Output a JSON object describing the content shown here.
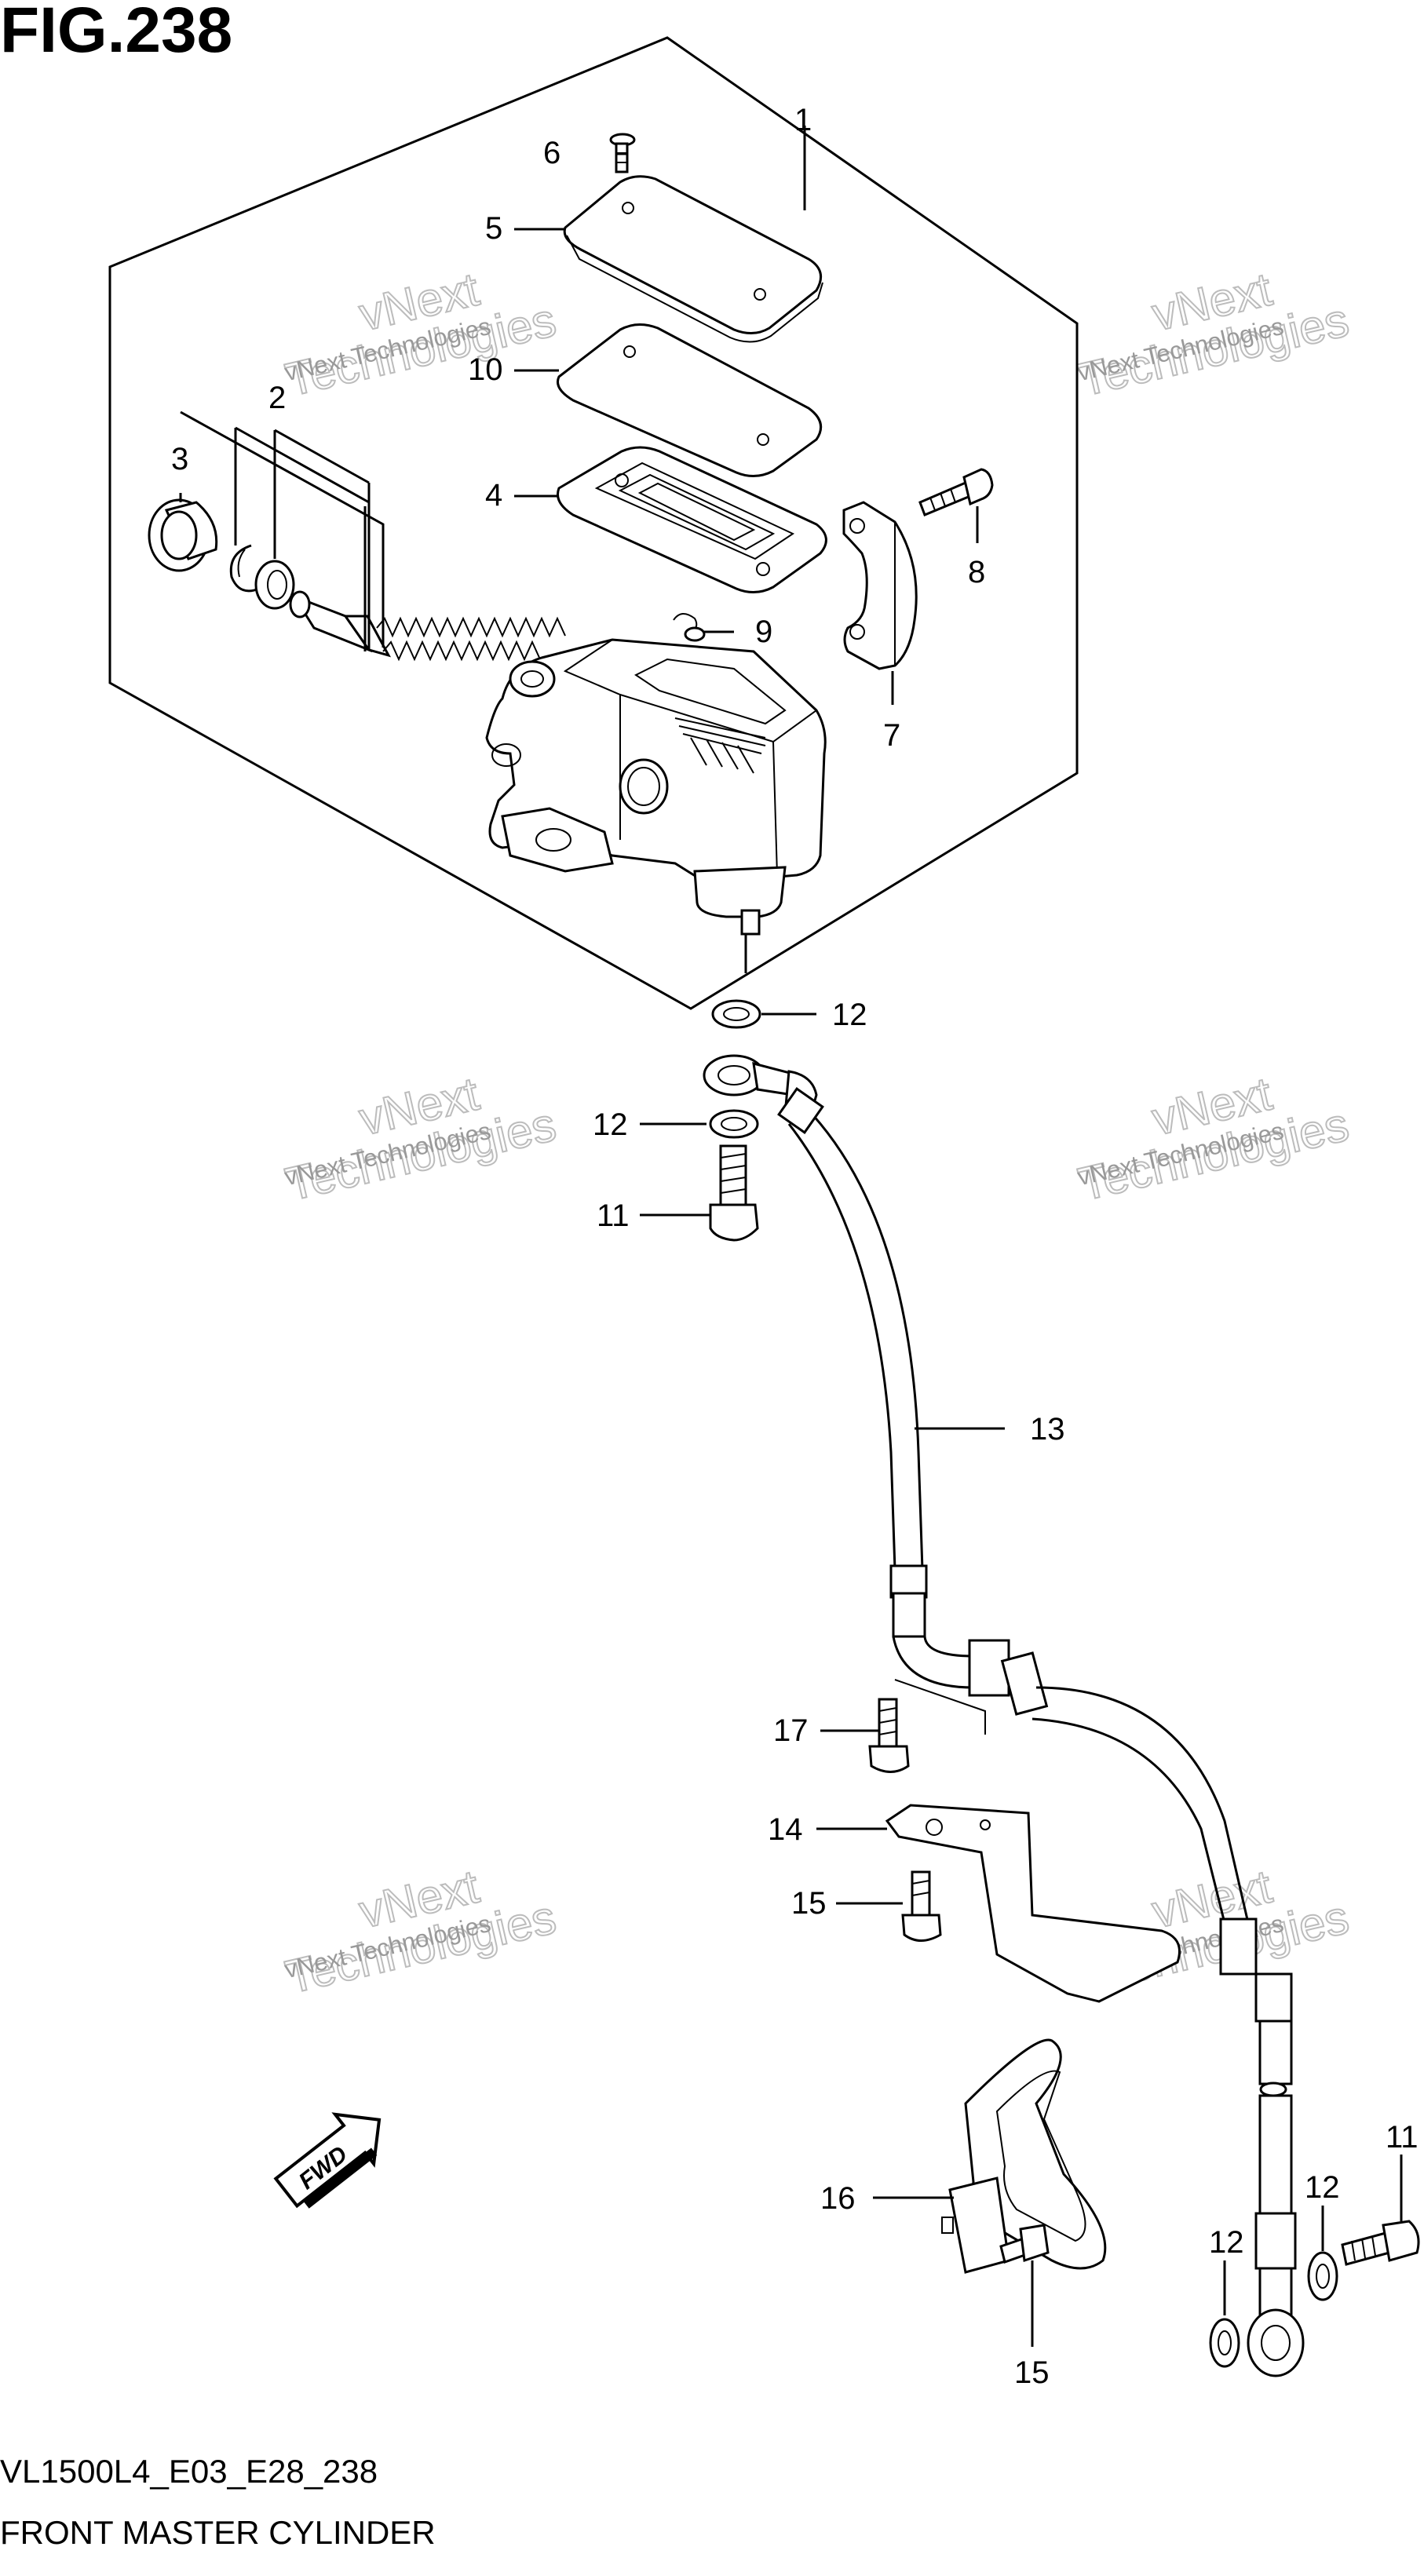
{
  "figure": {
    "title": "FIG.238"
  },
  "footer": {
    "code": "VL1500L4_E03_E28_238",
    "name": "FRONT MASTER CYLINDER"
  },
  "watermark": {
    "line1": "vNext Technologies",
    "line2a": "vNext",
    "line2b": "Technologies"
  },
  "fwd_label": "FWD",
  "callouts": [
    {
      "id": "c1",
      "label": "1"
    },
    {
      "id": "c6",
      "label": "6"
    },
    {
      "id": "c5",
      "label": "5"
    },
    {
      "id": "c10",
      "label": "10"
    },
    {
      "id": "c2",
      "label": "2"
    },
    {
      "id": "c3",
      "label": "3"
    },
    {
      "id": "c4",
      "label": "4"
    },
    {
      "id": "c8",
      "label": "8"
    },
    {
      "id": "c9",
      "label": "9"
    },
    {
      "id": "c7",
      "label": "7"
    },
    {
      "id": "c12a",
      "label": "12"
    },
    {
      "id": "c12b",
      "label": "12"
    },
    {
      "id": "c11a",
      "label": "11"
    },
    {
      "id": "c13",
      "label": "13"
    },
    {
      "id": "c17",
      "label": "17"
    },
    {
      "id": "c14",
      "label": "14"
    },
    {
      "id": "c15a",
      "label": "15"
    },
    {
      "id": "c16",
      "label": "16"
    },
    {
      "id": "c11b",
      "label": "11"
    },
    {
      "id": "c12c",
      "label": "12"
    },
    {
      "id": "c12d",
      "label": "12"
    },
    {
      "id": "c15b",
      "label": "15"
    }
  ]
}
